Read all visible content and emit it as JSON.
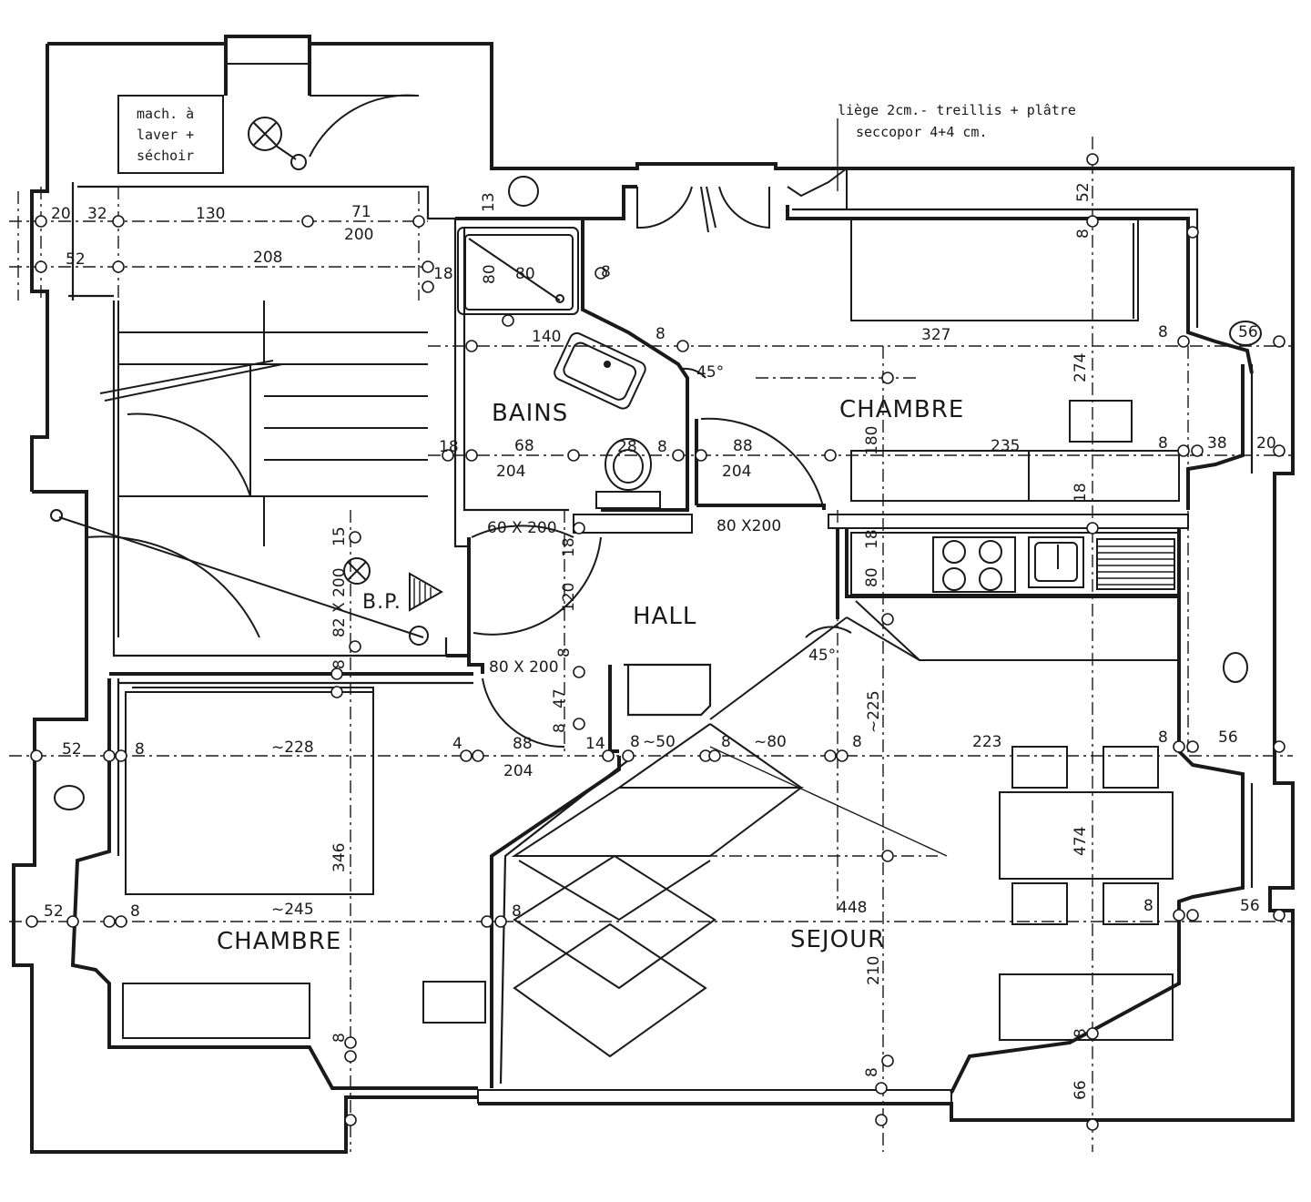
{
  "rooms": {
    "bains": "BAINS",
    "chambre_top": "CHAMBRE",
    "hall": "HALL",
    "chambre_bottom": "CHAMBRE",
    "sejour": "SEJOUR"
  },
  "notes": {
    "laundry": [
      "mach. à",
      "laver +",
      "séchoir"
    ],
    "insulation_1": "liège 2cm.- treillis + plâtre",
    "insulation_2": "seccopor 4+4 cm."
  },
  "doors": {
    "d1": "60 X 200",
    "d2": "80 X200",
    "d3": "80 X 200",
    "d4": "82 X 200",
    "bp": "B.P."
  },
  "angles": {
    "a1": "45°",
    "a2": "45°"
  },
  "dimensions": {
    "r1": [
      "20",
      "32",
      "130",
      "71",
      "200"
    ],
    "r2": [
      "52",
      "208"
    ],
    "bath": [
      "13",
      "80",
      "80",
      "8",
      "18",
      "140",
      "8"
    ],
    "ch1": [
      "52",
      "8",
      "327",
      "8",
      "56",
      "274"
    ],
    "mid": [
      "18",
      "68",
      "204",
      "28",
      "8",
      "88",
      "204",
      "180",
      "235",
      "8",
      "38",
      "20",
      "18"
    ],
    "hall": [
      "18",
      "120",
      "15",
      "8",
      "80",
      "18",
      "8",
      "8",
      "47",
      "~225"
    ],
    "sej": [
      "52",
      "8",
      "~228",
      "4",
      "88",
      "204",
      "14",
      "8",
      "~50",
      "8",
      "~80",
      "8",
      "223",
      "8",
      "56",
      "474",
      "346"
    ],
    "bot": [
      "52",
      "8",
      "~245",
      "8",
      "448",
      "8",
      "56",
      "210",
      "8",
      "8",
      "8",
      "66"
    ]
  }
}
